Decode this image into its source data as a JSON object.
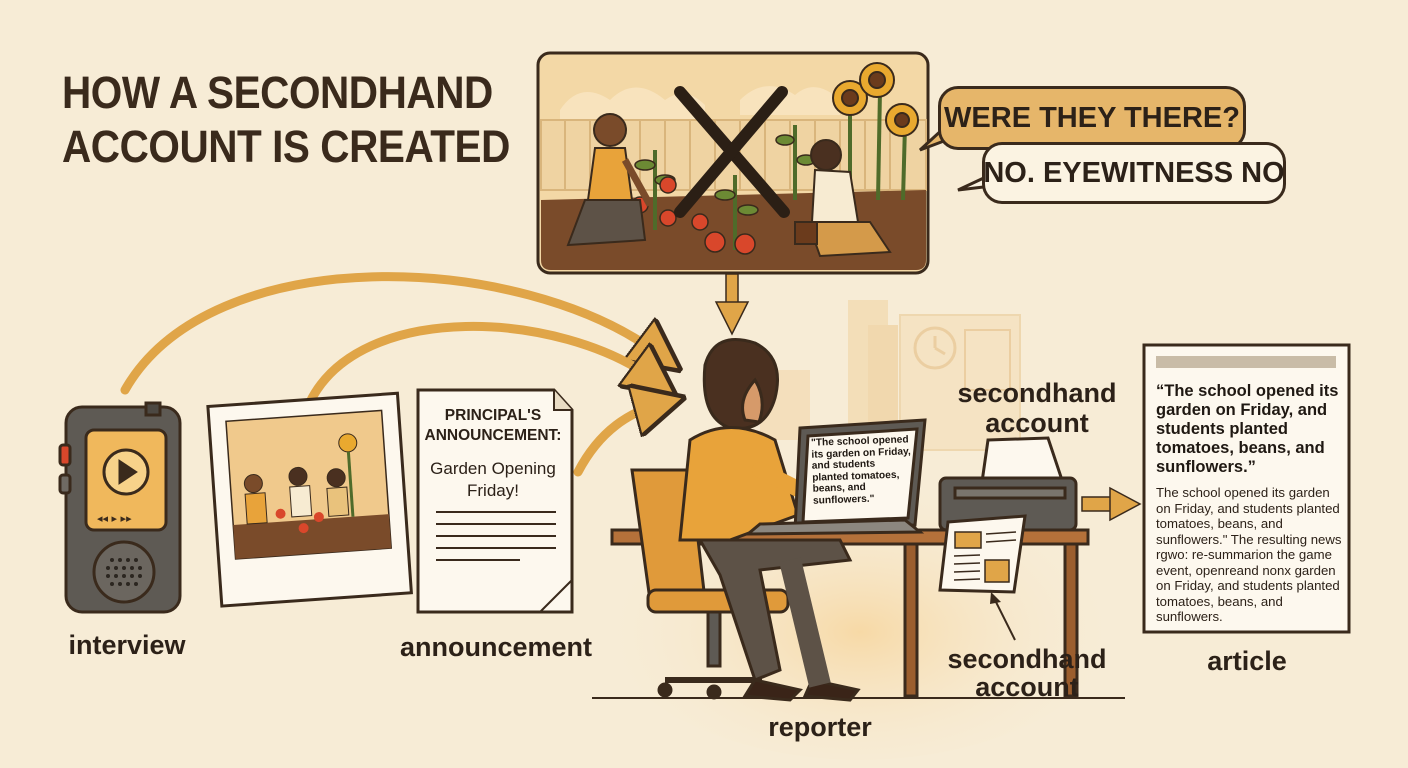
{
  "title": {
    "line1": "HOW A SECONDHAND",
    "line2": "ACCOUNT IS CREATED"
  },
  "bubbles": {
    "question": "WERE THEY THERE?",
    "answer": "NO. EYEWITNESS NO"
  },
  "sources": {
    "interview_label": "interview",
    "announcement_label": "announcement",
    "announcement_heading": "PRINCIPAL'S ANNOUNCEMENT:",
    "announcement_body": "Garden Opening Friday!"
  },
  "reporter": {
    "label": "reporter",
    "screen_text": "\"The school opened its garden on Friday, and students planted tomatoes, beans, and sunflowers.\""
  },
  "printer": {
    "label_top": "secondhand account",
    "label_bottom": "secondhand account"
  },
  "article": {
    "label": "article",
    "quote": "“The school opened its garden on Friday, and students planted tomatoes, beans, and sunflowers.”",
    "body": "The school opened its garden on Friday, and students planted tomatoes, beans, and sunflowers.\" The resulting news rgwo: re-summarion the game event, openreand nonx garden on Friday, and students planted tomatoes, beans, and sunflowers."
  },
  "colors": {
    "background": "#f7ecd6",
    "accent_orange": "#e0a548",
    "outline": "#3a2a1c",
    "paper": "#fdf8ee"
  }
}
